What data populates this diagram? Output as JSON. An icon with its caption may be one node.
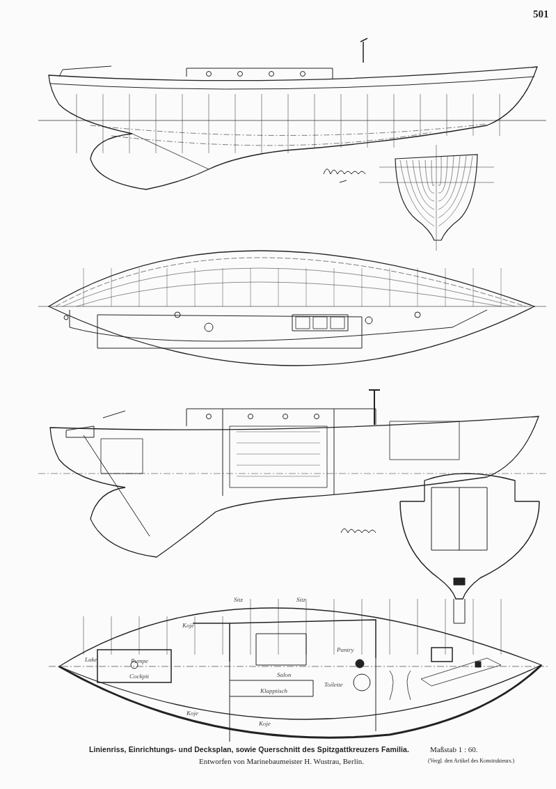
{
  "diagram": {
    "caption": "Linienriss, Einrichtungs- und Decksplan, sowie Querschnitt des Spitzgattkreuzers Familia.",
    "labels": [
      "501",
      "Koje",
      "Sitz",
      "Sitz",
      "Luke",
      "Pumpe",
      "Cockpit",
      "Salon",
      "Klapptisch",
      "Koje",
      "Koje",
      "Pantry",
      "Toilette",
      "Maßstab 1 : 60.",
      "Entworfen von Marinebaumeister H. Wustrau, Berlin.",
      "(Vergl. den Artikel des Konstrukteurs.)"
    ]
  }
}
